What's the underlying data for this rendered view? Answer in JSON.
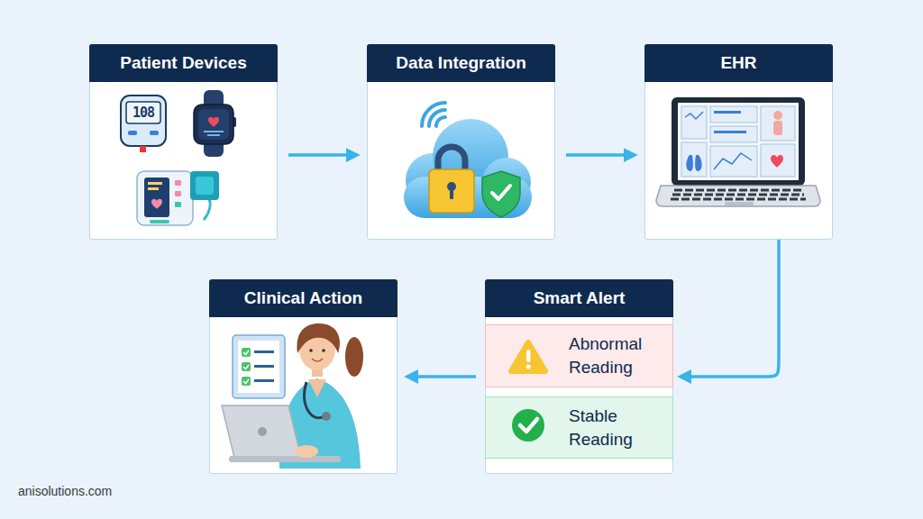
{
  "diagram": {
    "nodes": [
      {
        "text": [
          "Patient Devices"
        ]
      },
      {
        "text": [
          "Data Integration"
        ]
      },
      {
        "text": [
          "EHR"
        ]
      },
      {
        "text": [
          "Clinical Action"
        ]
      },
      {
        "text": [
          "Smart Alert"
        ]
      },
      {
        "text": [
          "Abnormal Reading"
        ],
        "in": 4
      },
      {
        "text": [
          "Stable Reading"
        ],
        "in": 4
      }
    ],
    "edges": [
      {
        "from": 0,
        "to": 1,
        "arrow": "to"
      },
      {
        "from": 1,
        "to": 2,
        "arrow": "to"
      },
      {
        "from": 2,
        "to": 4,
        "arrow": "to"
      },
      {
        "from": 4,
        "to": 3,
        "arrow": "to"
      }
    ],
    "labels": [
      "108",
      "anisolutions.com"
    ]
  }
}
